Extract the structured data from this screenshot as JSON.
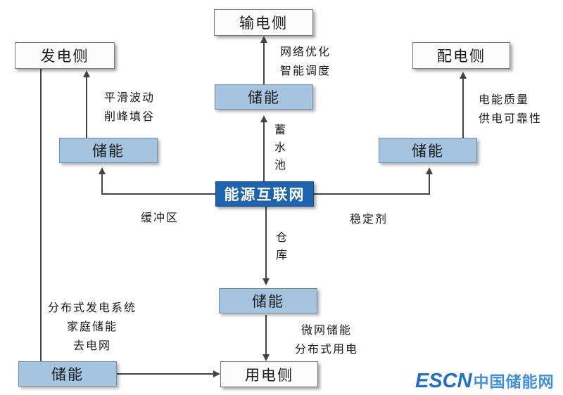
{
  "nodes": {
    "center": "能源互联网",
    "transmission_side": "输电侧",
    "generation_side": "发电侧",
    "distribution_side": "配电侧",
    "consumption_side": "用电侧",
    "storage_top": "储能",
    "storage_left": "储能",
    "storage_right": "储能",
    "storage_bottom": "储能",
    "storage_bottom_left": "储能"
  },
  "labels": {
    "transmission_line1": "网络优化",
    "transmission_line2": "智能调度",
    "generation_line1": "平滑波动",
    "generation_line2": "削峰填谷",
    "distribution_line1": "电能质量",
    "distribution_line2": "供电可靠性",
    "reservoir": "蓄水池",
    "buffer": "缓冲区",
    "stabilizer": "稳定剂",
    "warehouse": "仓库",
    "consumption_line1": "微网储能",
    "consumption_line2": "分布式用电",
    "distributed_line1": "分布式发电系统",
    "distributed_line2": "家庭储能",
    "distributed_line3": "去电网"
  },
  "watermark": {
    "latin": "ESCN",
    "chinese": "中国储能网"
  },
  "colors": {
    "center_fill": "#1c63b0",
    "storage_fill": "#a4c4e0",
    "side_fill": "#fbfbfb",
    "line": "#444444",
    "watermark": "#1f6fc9"
  }
}
